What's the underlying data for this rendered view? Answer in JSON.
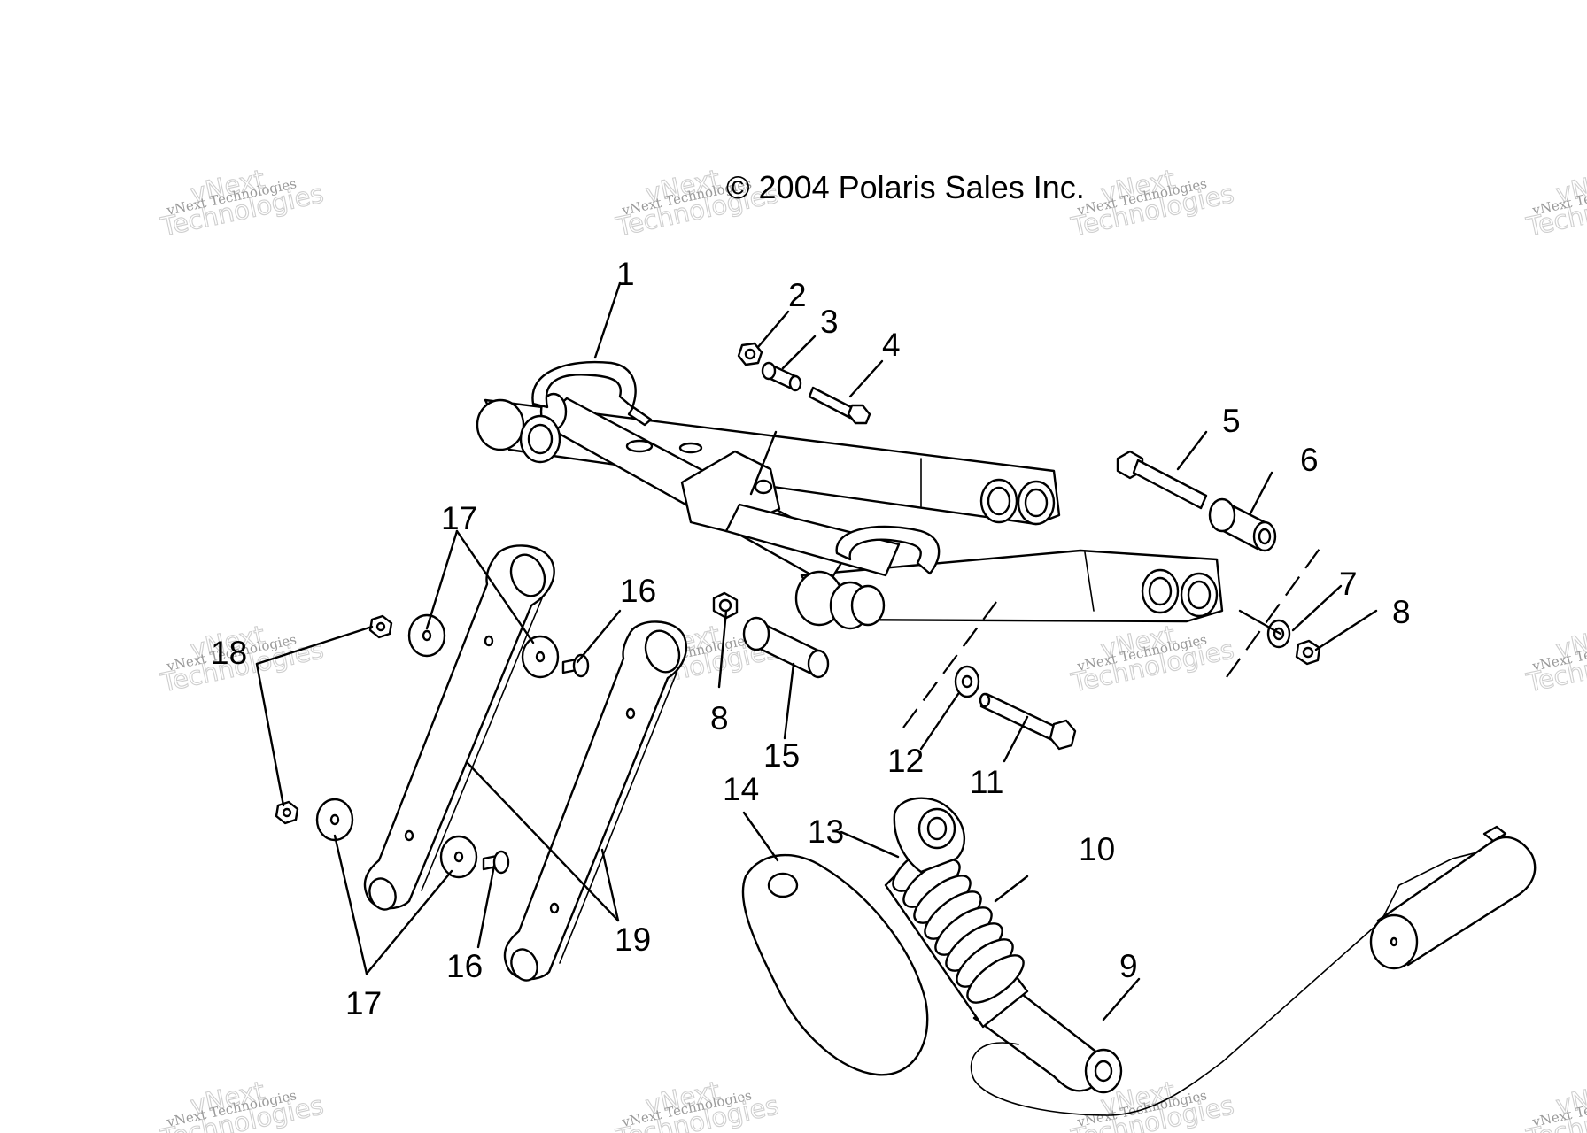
{
  "diagram": {
    "copyright": "© 2004 Polaris Sales Inc.",
    "watermark": {
      "line1": "vNext Technologies",
      "line2": "Technologies",
      "ghost": "vNext"
    },
    "callouts": {
      "c1": "1",
      "c2": "2",
      "c3": "3",
      "c4": "4",
      "c5": "5",
      "c6": "6",
      "c7": "7",
      "c8a": "8",
      "c8b": "8",
      "c9": "9",
      "c10": "10",
      "c11": "11",
      "c12": "12",
      "c13": "13",
      "c14": "14",
      "c15": "15",
      "c16a": "16",
      "c16b": "16",
      "c17a": "17",
      "c17b": "17",
      "c18": "18",
      "c19": "19"
    }
  }
}
